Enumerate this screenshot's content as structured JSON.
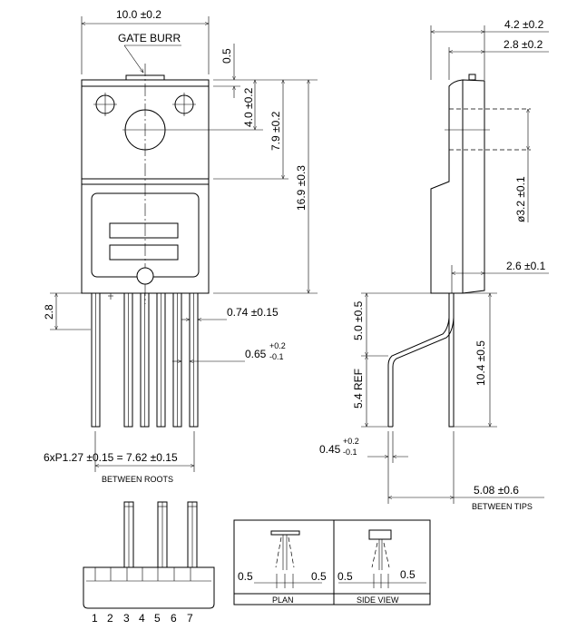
{
  "front_view": {
    "width_dim": "10.0 ±0.2",
    "gate_burr": "GATE BURR",
    "tab_dim": "0.5",
    "hole_dim": "4.0 ±0.2",
    "upper_dim": "7.9 ±0.2",
    "height_dim": "16.9 ±0.3",
    "lead_root_dim": "2.8",
    "lead_width_dim": "0.74 ±0.15",
    "lead_thin_dim": "0.65",
    "lead_thin_tol_plus": "+0.2",
    "lead_thin_tol_minus": "-0.1",
    "pitch_dim": "6xP1.27 ±0.15 = 7.62 ±0.15",
    "pitch_note": "BETWEEN ROOTS"
  },
  "side_view": {
    "depth_dim": "4.2 ±0.2",
    "tab_depth_dim": "2.8 ±0.2",
    "hole_dia_dim": "ø3.2 ±0.1",
    "lead_offset_dim": "2.6 ±0.1",
    "bend_dim": "5.0 ±0.5",
    "ref_dim": "5.4 REF",
    "lead_length_dim": "10.4 ±0.5",
    "lead_thickness_dim": "0.45",
    "lead_thickness_tol_plus": "+0.2",
    "lead_thickness_tol_minus": "-0.1",
    "tips_dim": "5.08 ±0.6",
    "tips_note": "BETWEEN TIPS"
  },
  "bottom_view": {
    "pins": [
      "1",
      "2",
      "3",
      "4",
      "5",
      "6",
      "7"
    ]
  },
  "detail": {
    "plan_label": "PLAN",
    "side_label": "SIDE VIEW",
    "tolerances": [
      "0.5",
      "0.5",
      "0.5",
      "0.5"
    ]
  }
}
